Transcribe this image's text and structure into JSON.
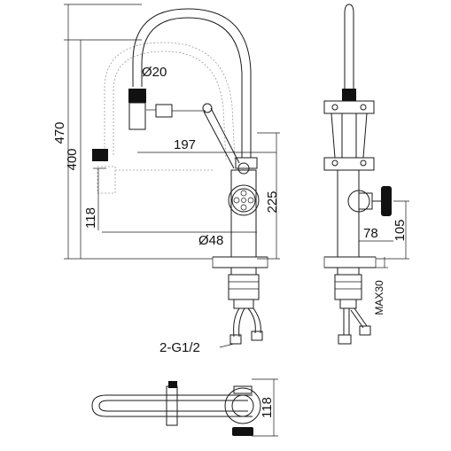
{
  "dimensions": {
    "height_total": "470",
    "height_spout": "400",
    "height_lower": "118",
    "diameter_hose": "Ø20",
    "reach": "197",
    "body_height": "225",
    "diameter_body": "Ø48",
    "depth_side": "78",
    "height_side": "105",
    "max_deck": "MAX30",
    "connection": "2-G1/2",
    "top_depth": "118"
  }
}
